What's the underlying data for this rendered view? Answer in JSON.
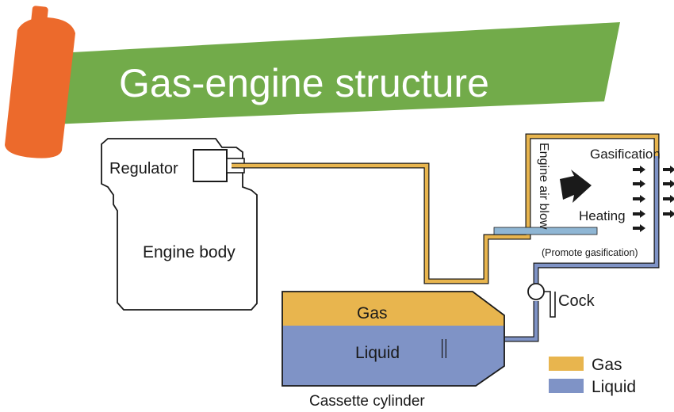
{
  "title": "Gas-engine structure",
  "labels": {
    "regulator": "Regulator",
    "engine_body": "Engine body",
    "gasification": "Gasification",
    "heating": "Heating",
    "engine_air_blow": "Engine air blow",
    "promote": "(Promote gasification)",
    "cock": "Cock",
    "gas": "Gas",
    "liquid": "Liquid",
    "cassette_cylinder": "Cassette cylinder"
  },
  "legend": [
    {
      "label": "Gas",
      "color": "#e8b54e"
    },
    {
      "label": "Liquid",
      "color": "#7f93c6"
    }
  ],
  "colors": {
    "banner": "#72ab4a",
    "canister": "#ec6a2c",
    "gas": "#e8b54e",
    "liquid": "#7f93c6",
    "heat_plate": "#8fb6d4"
  },
  "icons": [
    "gas-canister-icon",
    "wind-arrow-icon",
    "heat-arrow-icon"
  ]
}
